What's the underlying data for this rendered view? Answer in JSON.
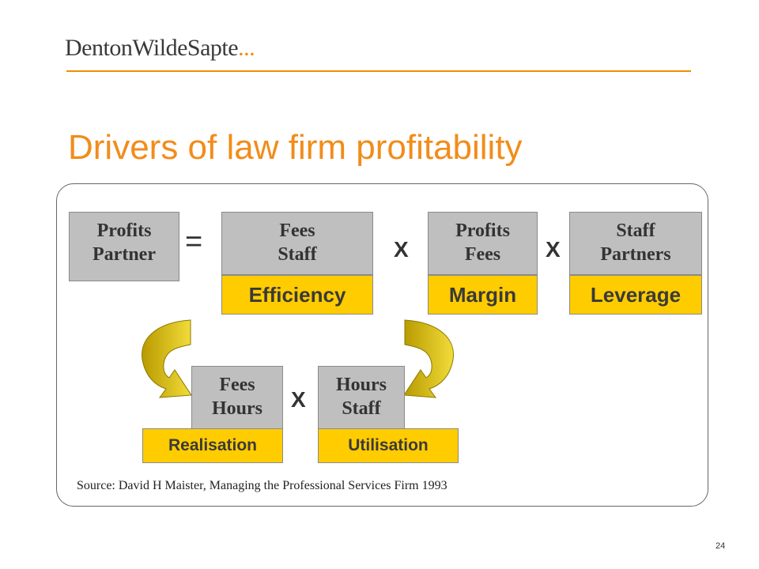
{
  "logo": {
    "text": "DentonWildeSapte",
    "suffix": "..."
  },
  "title": "Drivers of law firm profitability",
  "boxes": {
    "profits_partner": {
      "line1": "Profits",
      "line2": "Partner"
    },
    "fees_staff": {
      "line1": "Fees",
      "line2": "Staff",
      "tag": "Efficiency"
    },
    "profits_fees": {
      "line1": "Profits",
      "line2": "Fees",
      "tag": "Margin"
    },
    "staff_partners": {
      "line1": "Staff",
      "line2": "Partners",
      "tag": "Leverage"
    },
    "fees_hours": {
      "line1": "Fees",
      "line2": "Hours",
      "tag": "Realisation"
    },
    "hours_staff": {
      "line1": "Hours",
      "line2": "Staff",
      "tag": "Utilisation"
    }
  },
  "operators": {
    "equals": "=",
    "times": "X"
  },
  "source": "Source: David H Maister, Managing the Professional Services Firm 1993",
  "page_number": "24",
  "colors": {
    "accent": "#f28c1a",
    "tag": "#ffcc00",
    "box": "#bfbfbf",
    "arrow": "#d4b800"
  }
}
